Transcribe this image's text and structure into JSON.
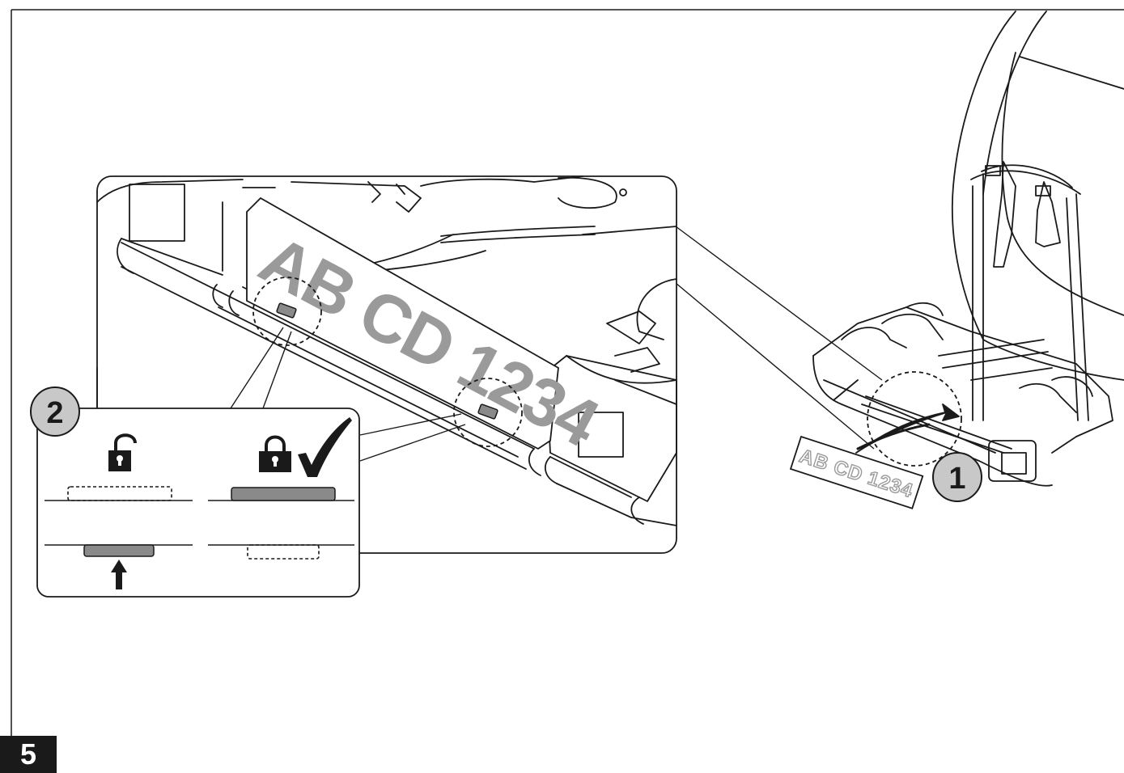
{
  "step": {
    "number": "5"
  },
  "callouts": {
    "one": "1",
    "two": "2"
  },
  "plate": {
    "large_text": "AB CD 1234",
    "small_text": "AB CD 1234"
  },
  "icons": {
    "unlocked": "padlock-open-icon",
    "locked": "padlock-closed-icon",
    "check": "checkmark-icon",
    "arrow": "arrow-up-icon"
  },
  "colors": {
    "line": "#1a1a1a",
    "plate_text": "#9a9a9a",
    "callout_fill": "#c8c8c8",
    "slider_fill": "#8a8a8a",
    "step_bg": "#1a1a1a"
  }
}
